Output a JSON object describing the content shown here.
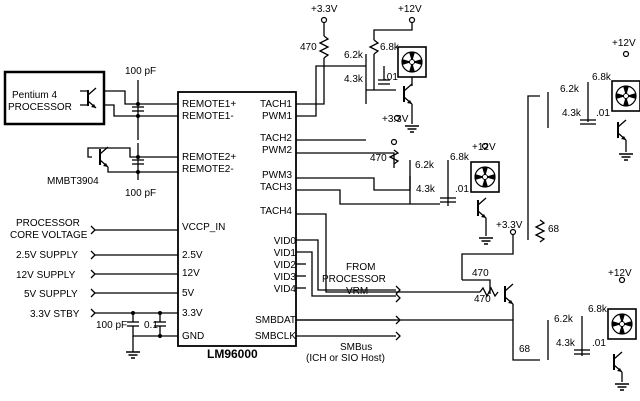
{
  "chip": {
    "name": "LM96000",
    "pins_left": [
      "REMOTE1+",
      "REMOTE1-",
      "REMOTE2+",
      "REMOTE2-",
      "VCCP_IN",
      "2.5V",
      "12V",
      "5V",
      "3.3V",
      "GND"
    ],
    "pins_right": [
      "TACH1",
      "PWM1",
      "TACH2",
      "PWM2",
      "PWM3",
      "TACH3",
      "TACH4",
      "VID0",
      "VID1",
      "VID2",
      "VID3",
      "VID4",
      "SMBDAT",
      "SMBCLK"
    ]
  },
  "left_labels": {
    "pentium_line1": "Pentium 4",
    "pentium_line2": "PROCESSOR",
    "mmbt": "MMBT3904",
    "cap1": "100 pF",
    "cap2": "100 pF",
    "core_line1": "PROCESSOR",
    "core_line2": "CORE VOLTAGE",
    "supply_25": "2.5V SUPPLY",
    "supply_12": "12V SUPPLY",
    "supply_5": "5V SUPPLY",
    "stby": "3.3V STBY",
    "cap3": "100 pF",
    "cap4": "0.1"
  },
  "right_labels": {
    "vrm_line1": "FROM",
    "vrm_line2": "PROCESSOR",
    "vrm_line3": "VRM",
    "smbus_line1": "SMBus",
    "smbus_line2": "(ICH or SIO Host)"
  },
  "components": {
    "v33": "+3.3V",
    "v12": "+12V",
    "r470": "470",
    "r62k": "6.2k",
    "r68k": "6.8k",
    "r43k": "4.3k",
    "c01": ".01",
    "r68": "68"
  },
  "icons": [
    "fan-icon",
    "npn-transistor-icon",
    "ground-icon",
    "connector-chevron-icon"
  ]
}
